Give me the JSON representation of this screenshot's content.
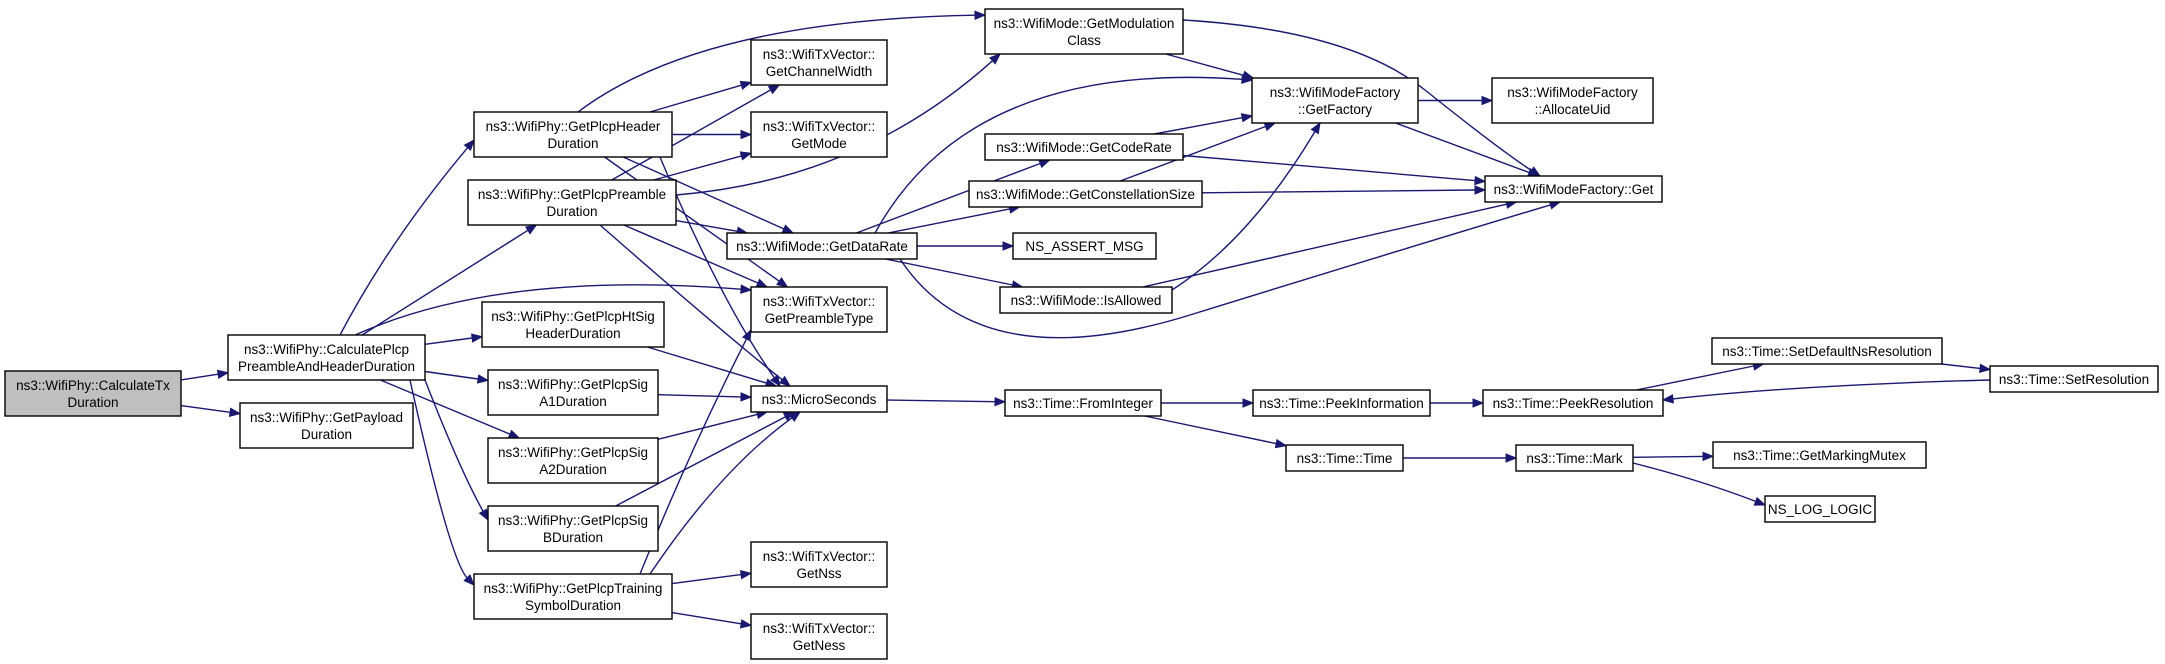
{
  "graph": {
    "nodes": [
      {
        "id": "calc_tx",
        "lines": [
          "ns3::WifiPhy::CalculateTx",
          "Duration"
        ],
        "highlight": true
      },
      {
        "id": "calc_plcp",
        "lines": [
          "ns3::WifiPhy::CalculatePlcp",
          "PreambleAndHeaderDuration"
        ]
      },
      {
        "id": "payload",
        "lines": [
          "ns3::WifiPhy::GetPayload",
          "Duration"
        ]
      },
      {
        "id": "hdr_dur",
        "lines": [
          "ns3::WifiPhy::GetPlcpHeader",
          "Duration"
        ]
      },
      {
        "id": "pre_dur",
        "lines": [
          "ns3::WifiPhy::GetPlcpPreamble",
          "Duration"
        ]
      },
      {
        "id": "htsig",
        "lines": [
          "ns3::WifiPhy::GetPlcpHtSig",
          "HeaderDuration"
        ]
      },
      {
        "id": "sigA1",
        "lines": [
          "ns3::WifiPhy::GetPlcpSig",
          "A1Duration"
        ]
      },
      {
        "id": "sigA2",
        "lines": [
          "ns3::WifiPhy::GetPlcpSig",
          "A2Duration"
        ]
      },
      {
        "id": "sigB",
        "lines": [
          "ns3::WifiPhy::GetPlcpSig",
          "BDuration"
        ]
      },
      {
        "id": "training",
        "lines": [
          "ns3::WifiPhy::GetPlcpTraining",
          "SymbolDuration"
        ]
      },
      {
        "id": "chwidth",
        "lines": [
          "ns3::WifiTxVector::",
          "GetChannelWidth"
        ]
      },
      {
        "id": "getmode",
        "lines": [
          "ns3::WifiTxVector::",
          "GetMode"
        ]
      },
      {
        "id": "pretype",
        "lines": [
          "ns3::WifiTxVector::",
          "GetPreambleType"
        ]
      },
      {
        "id": "nss",
        "lines": [
          "ns3::WifiTxVector::",
          "GetNss"
        ]
      },
      {
        "id": "ness",
        "lines": [
          "ns3::WifiTxVector::",
          "GetNess"
        ]
      },
      {
        "id": "datarate",
        "lines": [
          "ns3::WifiMode::GetDataRate"
        ]
      },
      {
        "id": "micro",
        "lines": [
          "ns3::MicroSeconds"
        ]
      },
      {
        "id": "modclass",
        "lines": [
          "ns3::WifiMode::GetModulation",
          "Class"
        ]
      },
      {
        "id": "coderate",
        "lines": [
          "ns3::WifiMode::GetCodeRate"
        ]
      },
      {
        "id": "constsize",
        "lines": [
          "ns3::WifiMode::GetConstellationSize"
        ]
      },
      {
        "id": "assert",
        "lines": [
          "NS_ASSERT_MSG"
        ]
      },
      {
        "id": "isallowed",
        "lines": [
          "ns3::WifiMode::IsAllowed"
        ]
      },
      {
        "id": "getfactory",
        "lines": [
          "ns3::WifiModeFactory",
          "::GetFactory"
        ]
      },
      {
        "id": "allocuid",
        "lines": [
          "ns3::WifiModeFactory",
          "::AllocateUid"
        ]
      },
      {
        "id": "wmf_get",
        "lines": [
          "ns3::WifiModeFactory::Get"
        ]
      },
      {
        "id": "fromint",
        "lines": [
          "ns3::Time::FromInteger"
        ]
      },
      {
        "id": "peekinfo",
        "lines": [
          "ns3::Time::PeekInformation"
        ]
      },
      {
        "id": "time",
        "lines": [
          "ns3::Time::Time"
        ]
      },
      {
        "id": "peekres",
        "lines": [
          "ns3::Time::PeekResolution"
        ]
      },
      {
        "id": "mark",
        "lines": [
          "ns3::Time::Mark"
        ]
      },
      {
        "id": "setdefault",
        "lines": [
          "ns3::Time::SetDefaultNsResolution"
        ]
      },
      {
        "id": "setres",
        "lines": [
          "ns3::Time::SetResolution"
        ]
      },
      {
        "id": "markmutex",
        "lines": [
          "ns3::Time::GetMarkingMutex"
        ]
      },
      {
        "id": "loglogic",
        "lines": [
          "NS_LOG_LOGIC"
        ]
      }
    ],
    "edges": [
      [
        "calc_tx",
        "calc_plcp"
      ],
      [
        "calc_tx",
        "payload"
      ],
      [
        "calc_plcp",
        "hdr_dur"
      ],
      [
        "calc_plcp",
        "pre_dur"
      ],
      [
        "calc_plcp",
        "pretype"
      ],
      [
        "calc_plcp",
        "htsig"
      ],
      [
        "calc_plcp",
        "sigA1"
      ],
      [
        "calc_plcp",
        "sigA2"
      ],
      [
        "calc_plcp",
        "sigB"
      ],
      [
        "calc_plcp",
        "training"
      ],
      [
        "hdr_dur",
        "modclass"
      ],
      [
        "hdr_dur",
        "chwidth"
      ],
      [
        "hdr_dur",
        "getmode"
      ],
      [
        "hdr_dur",
        "datarate"
      ],
      [
        "hdr_dur",
        "pretype"
      ],
      [
        "hdr_dur",
        "micro"
      ],
      [
        "pre_dur",
        "chwidth"
      ],
      [
        "pre_dur",
        "getmode"
      ],
      [
        "pre_dur",
        "modclass"
      ],
      [
        "pre_dur",
        "datarate"
      ],
      [
        "pre_dur",
        "pretype"
      ],
      [
        "pre_dur",
        "micro"
      ],
      [
        "htsig",
        "micro"
      ],
      [
        "sigA1",
        "micro"
      ],
      [
        "sigA2",
        "micro"
      ],
      [
        "sigB",
        "micro"
      ],
      [
        "training",
        "pretype"
      ],
      [
        "training",
        "micro"
      ],
      [
        "training",
        "nss"
      ],
      [
        "training",
        "ness"
      ],
      [
        "datarate",
        "getfactory"
      ],
      [
        "datarate",
        "coderate"
      ],
      [
        "datarate",
        "constsize"
      ],
      [
        "datarate",
        "assert"
      ],
      [
        "datarate",
        "isallowed"
      ],
      [
        "datarate",
        "wmf_get"
      ],
      [
        "modclass",
        "getfactory"
      ],
      [
        "modclass",
        "wmf_get"
      ],
      [
        "coderate",
        "getfactory"
      ],
      [
        "coderate",
        "wmf_get"
      ],
      [
        "constsize",
        "getfactory"
      ],
      [
        "constsize",
        "wmf_get"
      ],
      [
        "isallowed",
        "getfactory"
      ],
      [
        "isallowed",
        "wmf_get"
      ],
      [
        "getfactory",
        "allocuid"
      ],
      [
        "getfactory",
        "wmf_get"
      ],
      [
        "micro",
        "fromint"
      ],
      [
        "fromint",
        "peekinfo"
      ],
      [
        "fromint",
        "time"
      ],
      [
        "peekinfo",
        "peekres"
      ],
      [
        "peekres",
        "setdefault"
      ],
      [
        "setdefault",
        "setres"
      ],
      [
        "setres",
        "peekres"
      ],
      [
        "time",
        "mark"
      ],
      [
        "mark",
        "markmutex"
      ],
      [
        "mark",
        "loglogic"
      ]
    ]
  }
}
